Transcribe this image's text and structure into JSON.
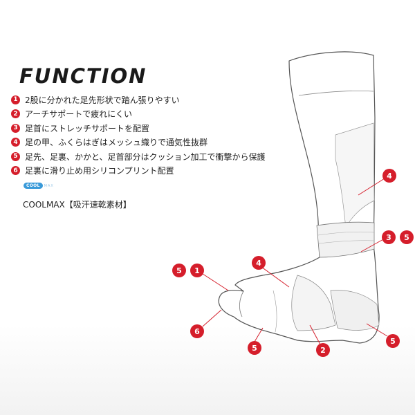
{
  "title": "FUNCTION",
  "features": [
    {
      "number": "1",
      "text": "2股に分かれた足先形状で踏ん張りやすい"
    },
    {
      "number": "2",
      "text": "アーチサポートで疲れにくい"
    },
    {
      "number": "3",
      "text": "足首にストレッチサポートを配置"
    },
    {
      "number": "4",
      "text": "足の甲、ふくらはぎはメッシュ織りで通気性抜群"
    },
    {
      "number": "5",
      "text": "足先、足裏、かかと、足首部分はクッション加工で衝撃から保護"
    },
    {
      "number": "6",
      "text": "足裏に滑り止め用シリコンプリント配置"
    }
  ],
  "logo": {
    "badge": "COOL",
    "tail": "MAX"
  },
  "material": "COOLMAX【吸汗速乾素材】",
  "markers": {
    "calf": "4",
    "ankle_a": "3",
    "ankle_b": "5",
    "toe_a": "5",
    "toe_b": "1",
    "instep": "4",
    "sole_left": "6",
    "sole_mid": "5",
    "arch": "2",
    "heel": "5"
  },
  "colors": {
    "accent": "#d51e2b",
    "logo": "#3a9ad9"
  }
}
